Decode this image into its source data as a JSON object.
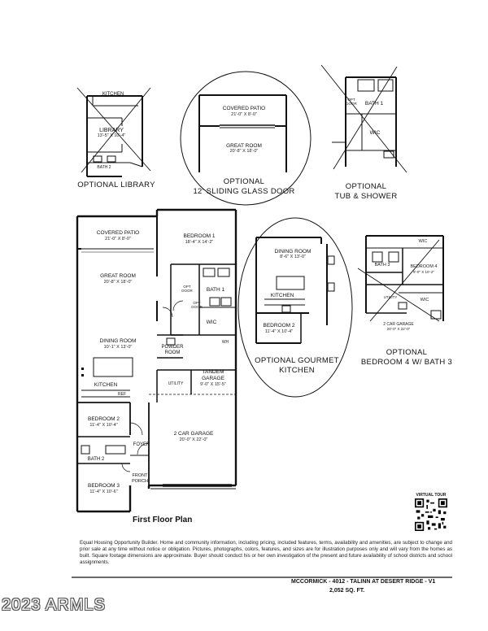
{
  "rooms": {
    "covered_patio": {
      "name": "COVERED PATIO",
      "dim": "21'-0\" X 8'-0\""
    },
    "great_room": {
      "name": "GREAT ROOM",
      "dim": "20'-8\" X 18'-0\""
    },
    "dining_room": {
      "name": "DINING ROOM",
      "dim": "10'-1\" X 13'-0\""
    },
    "kitchen": {
      "name": "KITCHEN"
    },
    "bedroom1": {
      "name": "BEDROOM 1",
      "dim": "18'-4\" X 14'-2\""
    },
    "bath1": {
      "name": "BATH 1"
    },
    "wic": {
      "name": "WIC"
    },
    "powder_room": {
      "name": "POWDER ROOM"
    },
    "tandem_garage": {
      "name": "TANDEM GARAGE",
      "dim": "9'-0\" X 15'-5\""
    },
    "utility": {
      "name": "UTILITY"
    },
    "bedroom2": {
      "name": "BEDROOM 2",
      "dim": "11'-4\" X 10'-4\""
    },
    "bath2": {
      "name": "BATH 2"
    },
    "foyer": {
      "name": "FOYER"
    },
    "two_car_garage": {
      "name": "2 CAR GARAGE",
      "dim": "20'-0\" X 22'-0\""
    },
    "front_porch": {
      "name": "FRONT PORCH"
    },
    "bedroom3": {
      "name": "BEDROOM 3",
      "dim": "11'-4\" X 10'-6\""
    },
    "opt_door": "OPT DOOR",
    "ref": "REF",
    "wh": "WH"
  },
  "options": {
    "library": {
      "title": "OPTIONAL LIBRARY",
      "kitchen": "KITCHEN",
      "library": "LIBRARY",
      "dim": "13'-5\" X 10'-4\"",
      "bath2": "BATH 2"
    },
    "sliding": {
      "title_line1": "OPTIONAL",
      "title_line2": "12' SLIDING GLASS DOOR",
      "patio": "COVERED PATIO",
      "patio_dim": "21'-0\" X 8'-0\"",
      "great": "GREAT ROOM",
      "great_dim": "20'-8\" X 18'-0\""
    },
    "tub": {
      "title_line1": "OPTIONAL",
      "title_line2": "TUB & SHOWER",
      "bath1": "BATH 1",
      "wic": "WIC",
      "opt_door": "OPT DOOR"
    },
    "gourmet": {
      "title_line1": "OPTIONAL GOURMET",
      "title_line2": "KITCHEN",
      "dining": "DINING ROOM",
      "dining_dim": "8'-6\" X 13'-0\"",
      "kitchen": "KITCHEN",
      "bedroom2": "BEDROOM 2",
      "bedroom2_dim": "11'-4\" X 10'-4\""
    },
    "bed4": {
      "title_line1": "OPTIONAL",
      "title_line2": "BEDROOM 4 W/ BATH 3",
      "wic": "WIC",
      "bath3": "BATH 3",
      "bedroom4": "BEDROOM 4",
      "bedroom4_dim": "9'-0\" X 10'-2\"",
      "utility": "UTILITY",
      "garage": "2 CAR GARAGE",
      "garage_dim": "20'-0\" X 22'-0\""
    }
  },
  "floor_plan_label": "First Floor Plan",
  "virtual_tour": "VIRTUAL TOUR",
  "disclaimer": "Equal Housing Opportunity Builder. Home and community information, including pricing, included features, terms, availability and amenities, are subject to change and prior sale at any time without notice or obligation. Pictures, photographs, colors, features, and sizes are for illustration purposes only and will vary from the homes as built. Square footage dimensions are approximate. Buyer should conduct his or her own investigation of the present and future availability of school districts and school assignments.",
  "plan_title": "MCCORMICK - 4012 - TALINN AT DESERT RIDGE - V1",
  "sqft": "2,052 SQ. FT.",
  "watermark": "2023 ARMLS",
  "colors": {
    "ink": "#111111",
    "watermark_fill": "#f2f2f2"
  }
}
